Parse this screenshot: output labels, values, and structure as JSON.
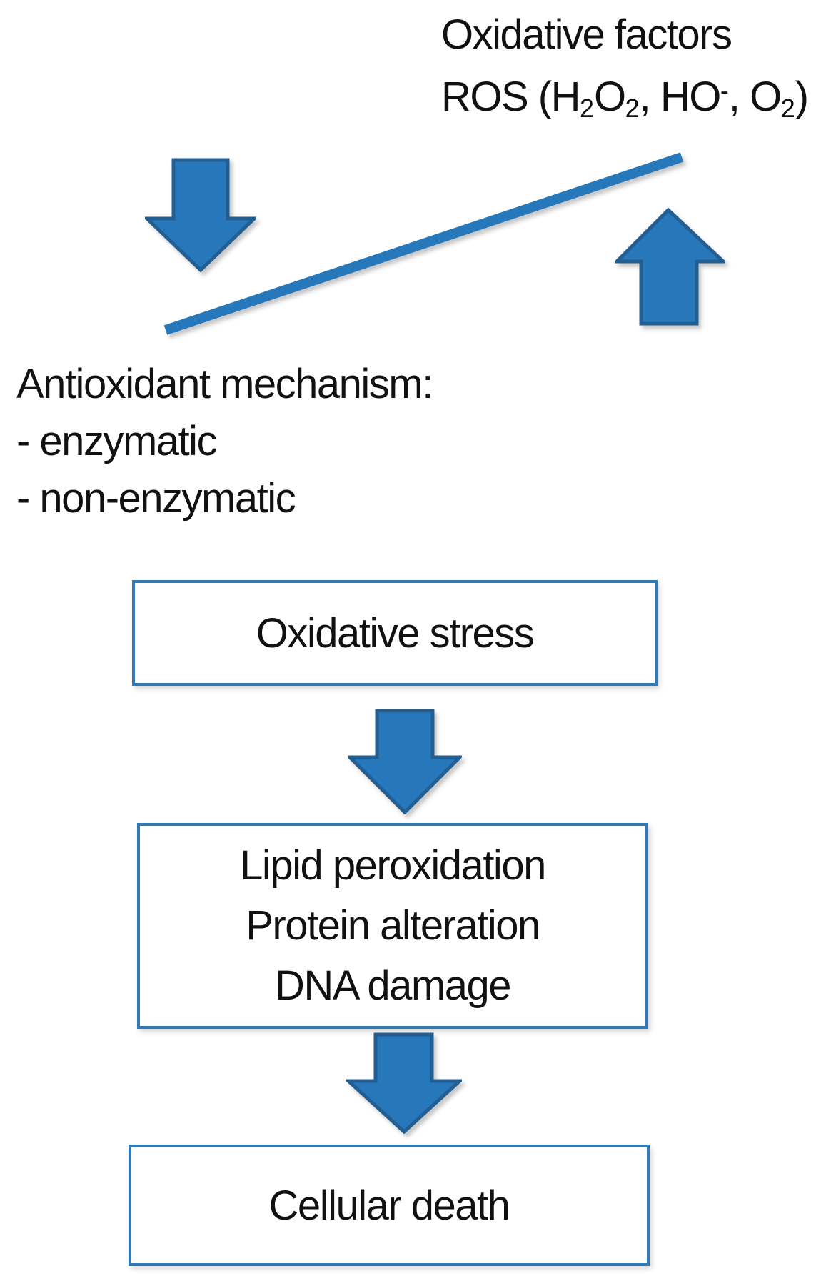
{
  "colors": {
    "background": "#FFFFFF",
    "text": "#111111",
    "arrow_fill": "#2778BA",
    "arrow_stroke": "#235E93",
    "line_blue": "#2778BA",
    "box_border": "#3279B7"
  },
  "oxidative_factors": {
    "title": "Oxidative factors",
    "ros": {
      "p1": "ROS (H",
      "sub1": "2",
      "p2": "O",
      "sub2": "2",
      "p3": ", HO",
      "sup1": "-",
      "p4": ", O",
      "sub3": "2",
      "p5": ")"
    }
  },
  "antioxidant": {
    "title": "Antioxidant mechanism:",
    "item1": "- enzymatic",
    "item2": "- non-enzymatic"
  },
  "flow": {
    "box1": {
      "label": "Oxidative stress"
    },
    "box2": {
      "line1": "Lipid peroxidation",
      "line2": "Protein alteration",
      "line3": "DNA damage"
    },
    "box3": {
      "label": "Cellular death"
    }
  },
  "icons": {
    "left_arrow": "down-arrow-icon",
    "right_arrow": "up-arrow-icon",
    "balance": "balance-line-icon",
    "flow_arrow_1": "down-arrow-icon",
    "flow_arrow_2": "down-arrow-icon"
  }
}
